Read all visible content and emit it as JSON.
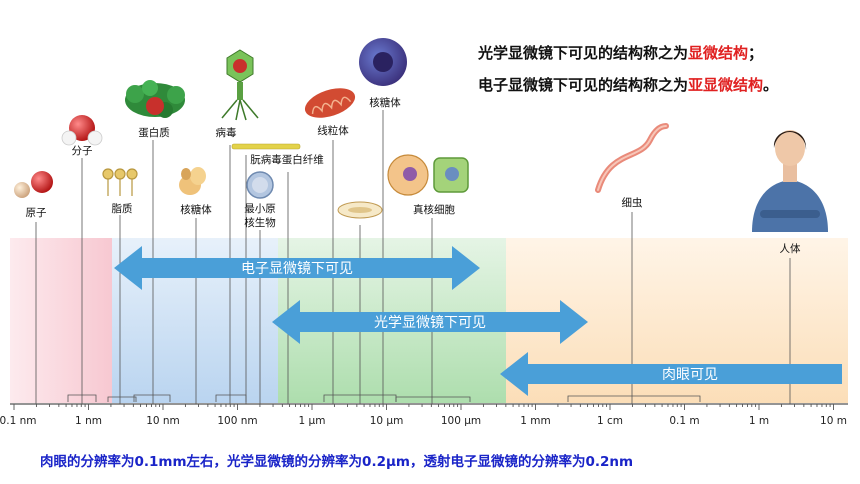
{
  "captions": {
    "line1_prefix": "光学显微镜下可见的结构称之为",
    "line1_highlight": "显微结构",
    "line1_suffix": "；",
    "line2_prefix": "电子显微镜下可见的结构称之为",
    "line2_highlight": "亚显微结构",
    "line2_suffix": "。"
  },
  "colors": {
    "highlight": "#e02020",
    "arrow": "#4a9fd8",
    "note": "#1a24c8",
    "band_pink": "#f7c9d0",
    "band_blue": "#bcd6f0",
    "band_green": "#b8e2b8",
    "band_orange": "#fbe3c0"
  },
  "arrows": {
    "electron": "电子显微镜下可见",
    "optical": "光学显微镜下可见",
    "eye": "肉眼可见"
  },
  "scale_ticks": [
    "0.1 nm",
    "1 nm",
    "10 nm",
    "100 nm",
    "1 μm",
    "10 μm",
    "100 μm",
    "1 mm",
    "1 cm",
    "0.1 m",
    "1 m",
    "10 m"
  ],
  "items": {
    "atom": "原子",
    "molecule": "分子",
    "lipid": "脂质",
    "protein": "蛋白质",
    "ribosome": "核糖体",
    "virus": "病毒",
    "prion": "朊病毒蛋白纤维",
    "min_prokaryote_line1": "最小原",
    "min_prokaryote_line2": "核生物",
    "mitochondria": "线粒体",
    "nucleus": "核糖体",
    "eukaryote": "真核细胞",
    "bacteria": "细虫",
    "human": "人体"
  },
  "bottom_note": "肉眼的分辨率为0.1mm左右，光学显微镜的分辨率为0.2μm，透射电子显微镜的分辨率为0.2nm",
  "icons": [
    "atom-icon",
    "molecule-icon",
    "lipid-icon",
    "protein-icon",
    "ribosome-icon",
    "virus-icon",
    "prion-fiber-icon",
    "prokaryote-icon",
    "mitochondria-icon",
    "nucleus-icon",
    "bacterium-icon",
    "animal-cell-icon",
    "plant-cell-icon",
    "worm-icon",
    "person-icon"
  ]
}
